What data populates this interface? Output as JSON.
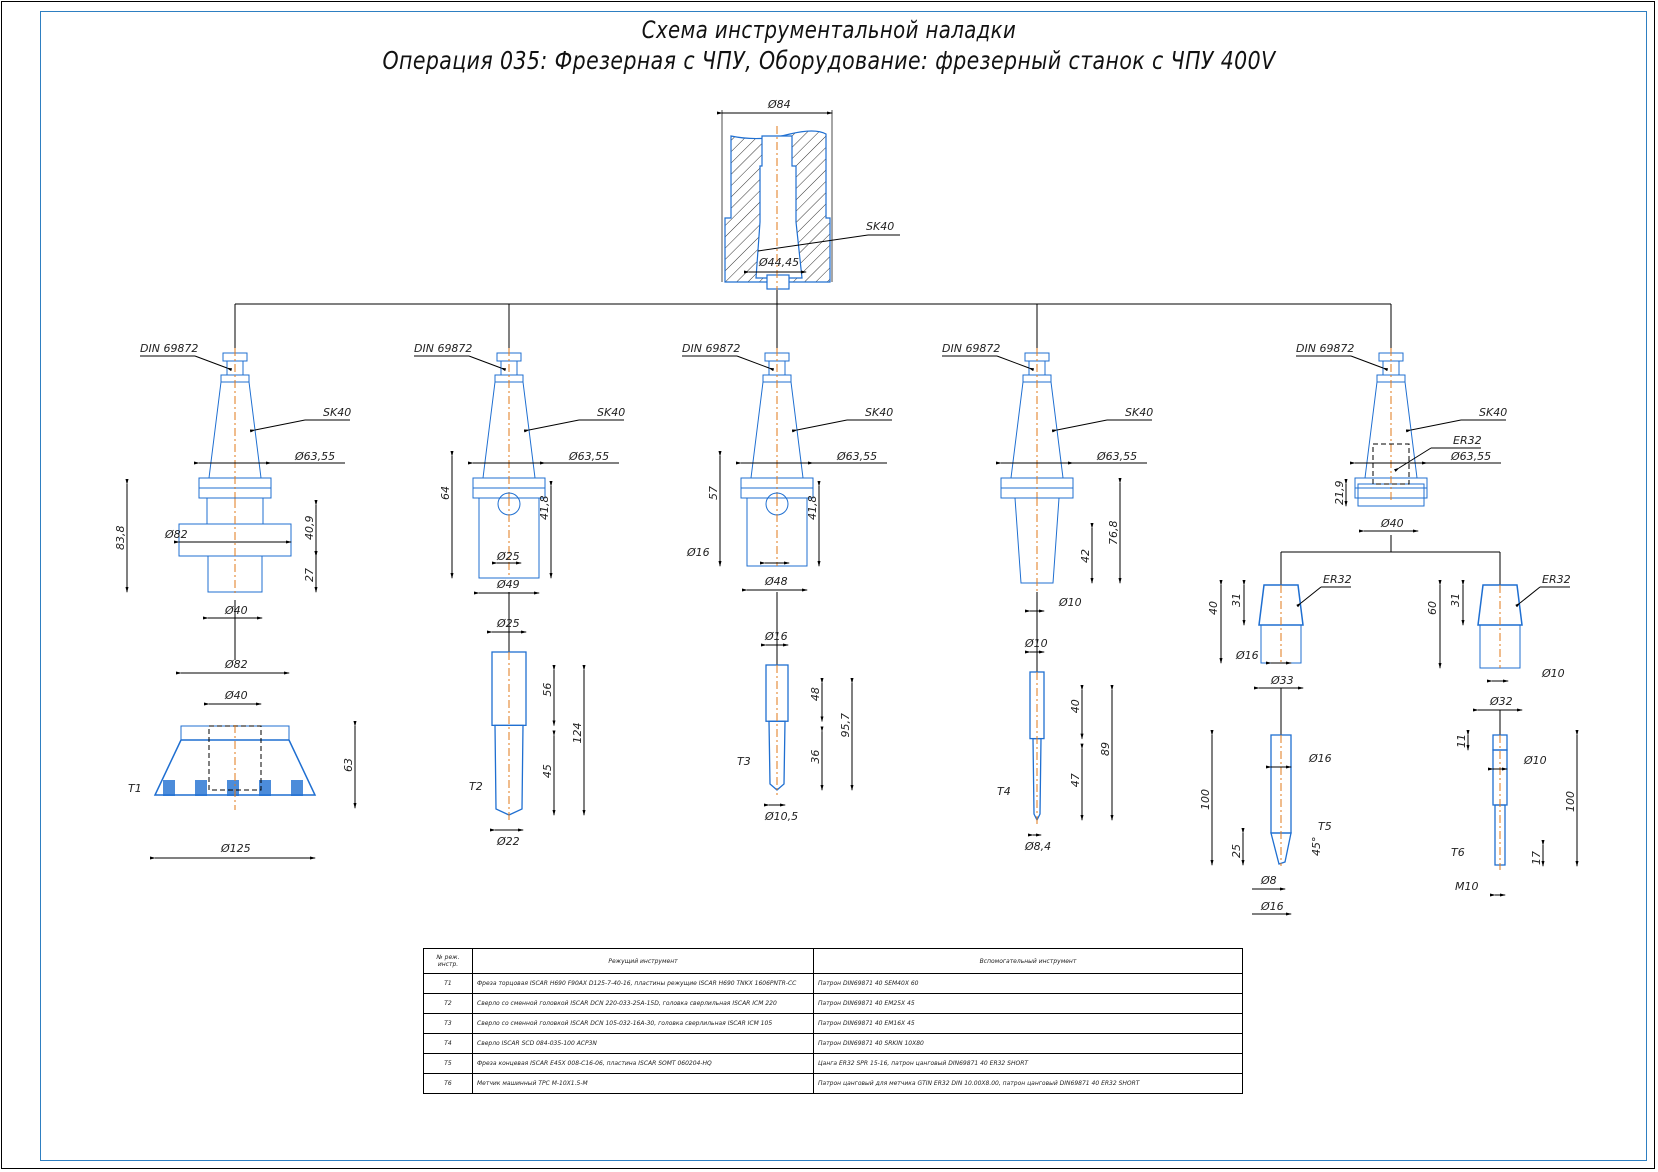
{
  "title": {
    "line1": "Схема инструментальной наладки",
    "line2": "Операция 035: Фрезерная с ЧПУ, Оборудование: фрезерный станок с ЧПУ 400V"
  },
  "colors": {
    "frame": "#2e7fc1",
    "part_outline": "#1f6fd1",
    "axis": "#e07a1a",
    "dimension": "#000000"
  },
  "spindle": {
    "outer_diameter": "Ø84",
    "taper_label": "SK40",
    "taper_diameter": "Ø44,45"
  },
  "holders": [
    {
      "id": "T1",
      "retention_knob": "DIN 69872",
      "taper": "SK40",
      "flange": "Ø63,55",
      "dims": [
        "83,8",
        "Ø82",
        "40,9",
        "27",
        "Ø40"
      ]
    },
    {
      "id": "T2",
      "retention_knob": "DIN 69872",
      "taper": "SK40",
      "flange": "Ø63,55",
      "dims": [
        "64",
        "41,8",
        "Ø25",
        "Ø49"
      ]
    },
    {
      "id": "T3",
      "retention_knob": "DIN 69872",
      "taper": "SK40",
      "flange": "Ø63,55",
      "dims": [
        "57",
        "41,8",
        "Ø16",
        "Ø48"
      ]
    },
    {
      "id": "T4",
      "retention_knob": "DIN 69872",
      "taper": "SK40",
      "flange": "Ø63,55",
      "dims": [
        "76,8",
        "42",
        "Ø10"
      ]
    },
    {
      "id": "T5-T6",
      "retention_knob": "DIN 69872",
      "taper": "SK40",
      "collet": "ER32",
      "flange": "Ø63,55",
      "dims": [
        "21,9",
        "Ø40"
      ]
    }
  ],
  "collets": [
    {
      "for": "T5",
      "label": "ER32",
      "dims": [
        "40",
        "31",
        "Ø16",
        "Ø33"
      ]
    },
    {
      "for": "T6",
      "label": "ER32",
      "dims": [
        "60",
        "31",
        "Ø10",
        "Ø32"
      ]
    }
  ],
  "tools": [
    {
      "id": "T1",
      "dims": [
        "Ø82",
        "Ø40",
        "63",
        "Ø125"
      ]
    },
    {
      "id": "T2",
      "dims": [
        "Ø25",
        "56",
        "124",
        "45",
        "Ø22"
      ]
    },
    {
      "id": "T3",
      "dims": [
        "Ø16",
        "48",
        "95,7",
        "36",
        "Ø10,5"
      ]
    },
    {
      "id": "T4",
      "dims": [
        "Ø10",
        "40",
        "89",
        "47",
        "Ø8,4"
      ]
    },
    {
      "id": "T5",
      "dims": [
        "100",
        "Ø16",
        "25",
        "Ø8",
        "Ø16",
        "45°"
      ]
    },
    {
      "id": "T6",
      "dims": [
        "11",
        "Ø10",
        "100",
        "17",
        "M10"
      ]
    }
  ],
  "table": {
    "headers": [
      "№ реж. инстр.",
      "Режущий инструмент",
      "Вспомогательный инструмент"
    ],
    "rows": [
      [
        "T1",
        "Фреза торцовая ISCAR H690 F90AX D125-7-40-16, пластины режущие ISCAR H690 TNKX 1606PNTR-CC",
        "Патрон DIN69871 40 SEM40X 60"
      ],
      [
        "T2",
        "Сверло со сменной головкой ISCAR DCN 220-033-25A-15D, головка сверлильная ISCAR ICM 220",
        "Патрон DIN69871 40 EM25X 45"
      ],
      [
        "T3",
        "Сверло со сменной головкой ISCAR DCN 105-032-16A-30, головка сверлильная ISCAR ICM 105",
        "Патрон DIN69871 40 EM16X 45"
      ],
      [
        "T4",
        "Сверло ISCAR SCD 084-035-100 ACP3N",
        "Патрон DIN69871 40 SRKIN 10X80"
      ],
      [
        "T5",
        "Фреза концевая ISCAR E45X 008-C16-06, пластина ISCAR SOMT 060204-HQ",
        "Цанга ER32 SPR 15-16, патрон цанговый DIN69871 40 ER32 SHORT"
      ],
      [
        "T6",
        "Метчик машинный TPC M-10X1.5-M",
        "Патрон цанговый для метчика GTIN ER32 DIN 10.00X8.00, патрон цанговый DIN69871 40 ER32 SHORT"
      ]
    ]
  }
}
